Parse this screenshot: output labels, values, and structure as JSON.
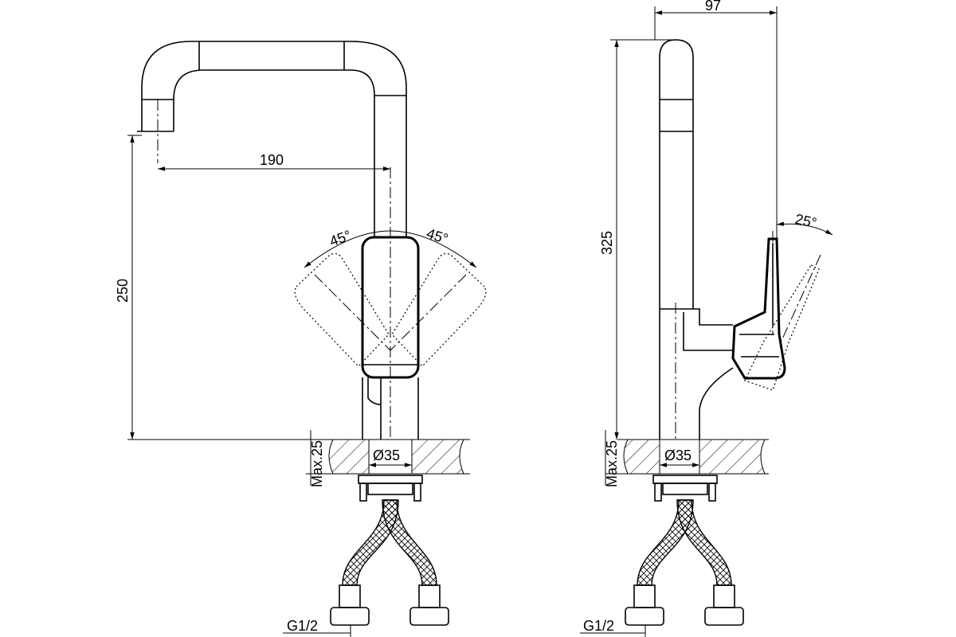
{
  "front_view": {
    "spout_reach": "190",
    "spout_height": "250",
    "handle_angle_left": "45°",
    "handle_angle_right": "45°",
    "mount_hole": "Ø35",
    "max_deck": "Max.25",
    "connection": "G1/2"
  },
  "side_view": {
    "body_depth": "97",
    "total_height": "325",
    "handle_tilt": "25°",
    "mount_hole": "Ø35",
    "max_deck": "Max.25",
    "connection": "G1/2"
  }
}
